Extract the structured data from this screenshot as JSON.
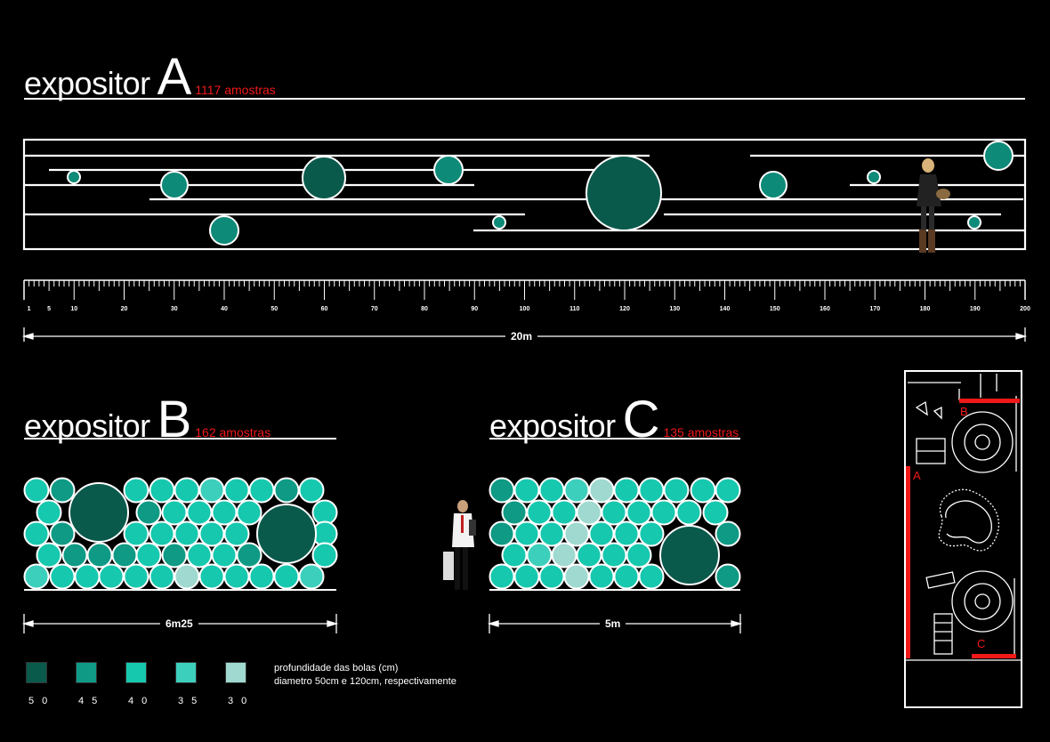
{
  "expositor_a": {
    "word": "expositor",
    "letter": "A",
    "count": "1117 amostras"
  },
  "expositor_b": {
    "word": "expositor",
    "letter": "B",
    "count": "162 amostras"
  },
  "expositor_c": {
    "word": "expositor",
    "letter": "C",
    "count": "135 amostras"
  },
  "ruler": {
    "ticks": [
      "1",
      "5",
      "10",
      "20",
      "30",
      "40",
      "50",
      "60",
      "70",
      "80",
      "90",
      "100",
      "110",
      "120",
      "130",
      "140",
      "150",
      "160",
      "170",
      "180",
      "190",
      "200"
    ],
    "total_label": "20m"
  },
  "dim_b": "6m25",
  "dim_c": "5m",
  "legend": {
    "items": [
      {
        "depth": "50",
        "color": "#0a5a4c"
      },
      {
        "depth": "45",
        "color": "#0e9a84"
      },
      {
        "depth": "40",
        "color": "#16c8ae"
      },
      {
        "depth": "35",
        "color": "#3ccfbc"
      },
      {
        "depth": "30",
        "color": "#9fd9cf"
      }
    ],
    "line1": "profundidade das bolas (cm)",
    "line2": "diametro 50cm e 120cm, respectivamente"
  },
  "plan": {
    "label_a": "A",
    "label_b": "B",
    "label_c": "C"
  },
  "colors": {
    "accent_red": "#f01919",
    "big_ball": "#0a5a4c",
    "ball_mid": "#0e8a78"
  }
}
